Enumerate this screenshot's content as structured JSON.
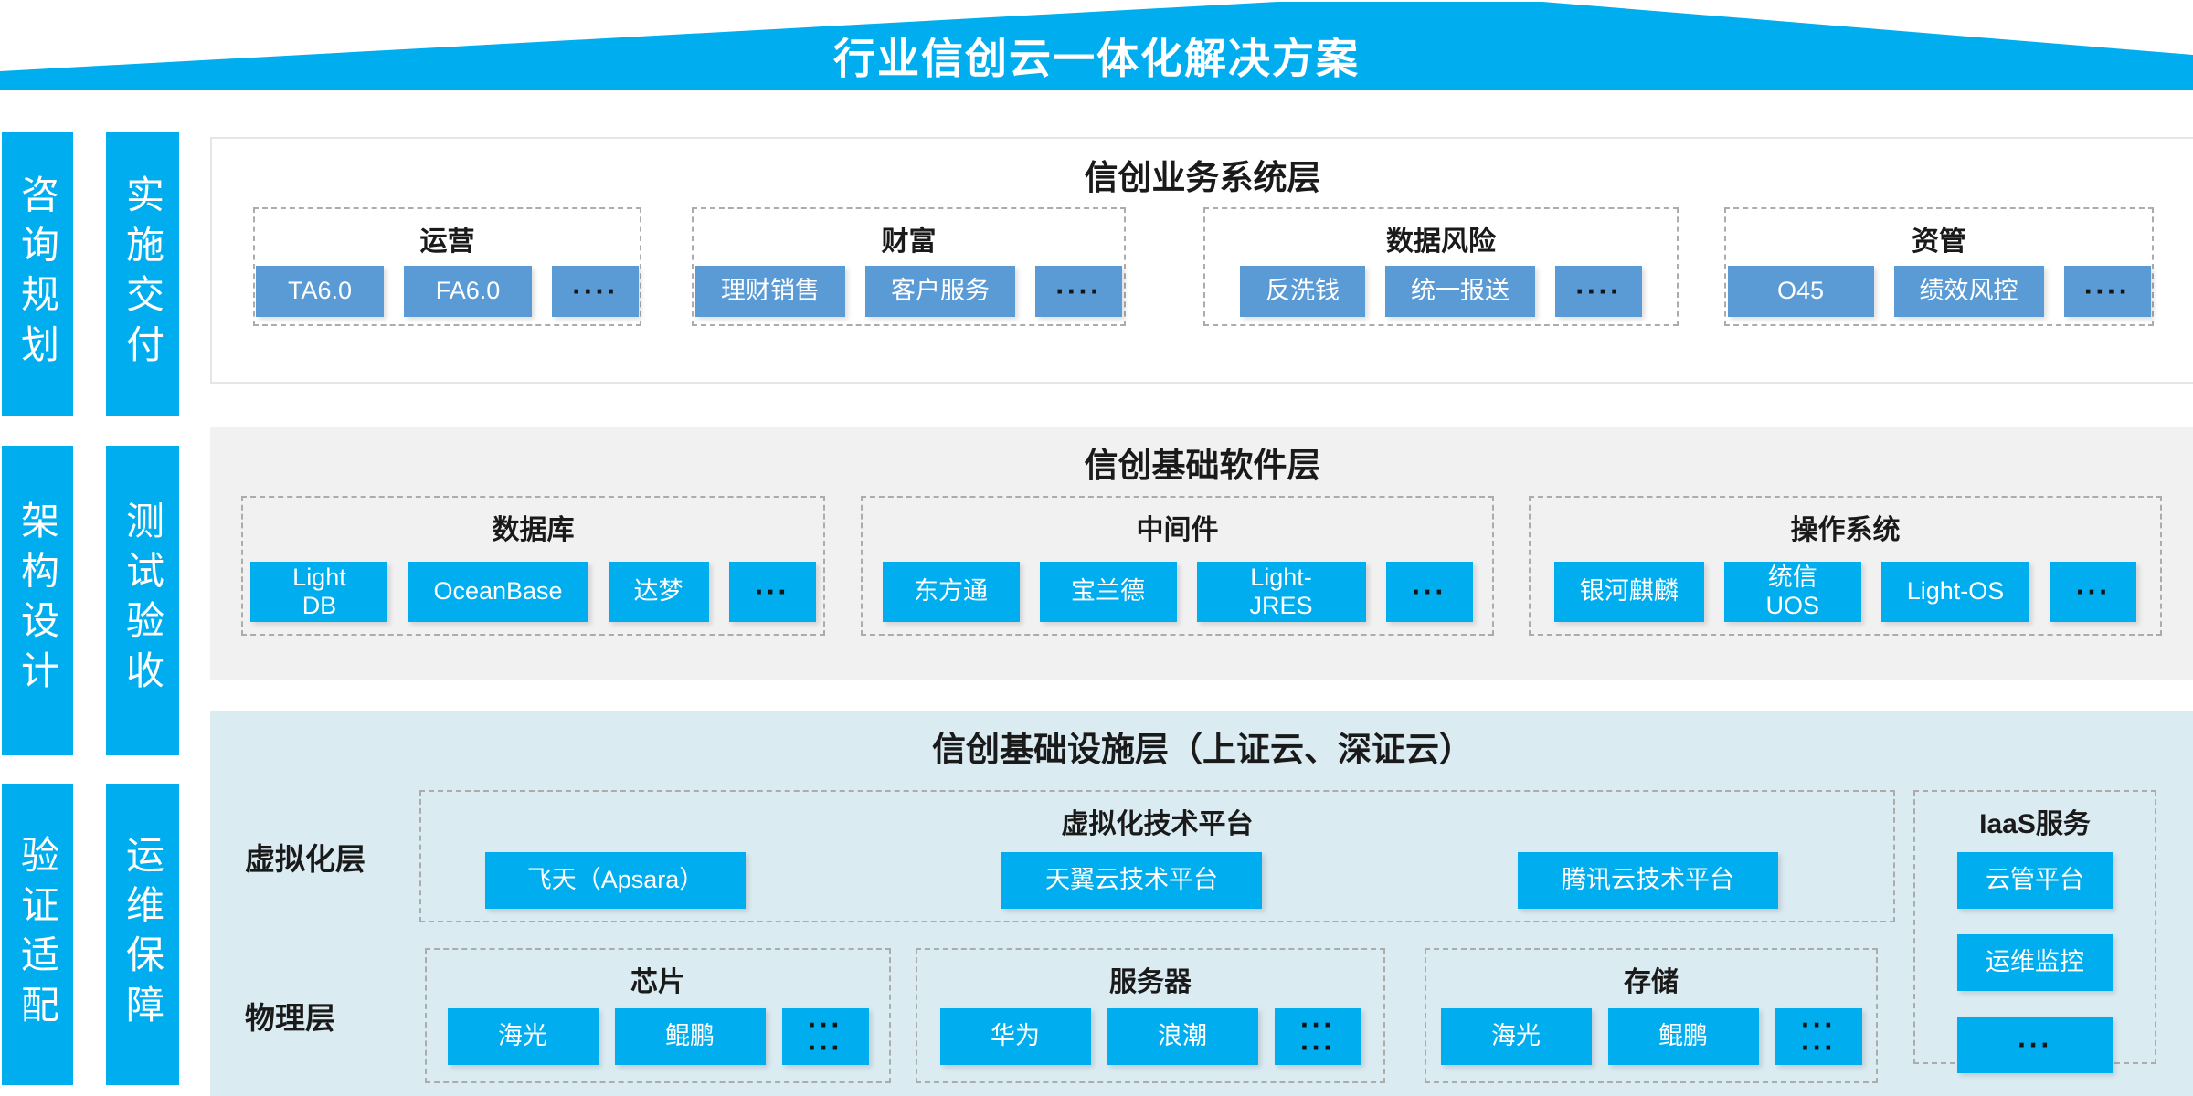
{
  "banner": {
    "title": "行业信创云一体化解决方案"
  },
  "sidebar": {
    "col1": [
      "咨询规划",
      "架构设计",
      "验证适配"
    ],
    "col2": [
      "实施交付",
      "测试验收",
      "运维保障"
    ]
  },
  "layers": {
    "business": {
      "title": "信创业务系统层",
      "groups": [
        {
          "title": "运营",
          "chips": [
            "TA6.0",
            "FA6.0",
            "····"
          ]
        },
        {
          "title": "财富",
          "chips": [
            "理财销售",
            "客户服务",
            "····"
          ]
        },
        {
          "title": "数据风险",
          "chips": [
            "反洗钱",
            "统一报送",
            "····"
          ]
        },
        {
          "title": "资管",
          "chips": [
            "O45",
            "绩效风控",
            "····"
          ]
        }
      ]
    },
    "software": {
      "title": "信创基础软件层",
      "groups": [
        {
          "title": "数据库",
          "chips": [
            "Light\nDB",
            "OceanBase",
            "达梦",
            "···"
          ]
        },
        {
          "title": "中间件",
          "chips": [
            "东方通",
            "宝兰德",
            "Light-\nJRES",
            "···"
          ]
        },
        {
          "title": "操作系统",
          "chips": [
            "银河麒麟",
            "统信\nUOS",
            "Light-OS",
            "···"
          ]
        }
      ]
    },
    "infrastructure": {
      "title": "信创基础设施层（上证云、深证云）",
      "virtualization_label": "虚拟化层",
      "physical_label": "物理层",
      "virtualization_group": {
        "title": "虚拟化技术平台",
        "chips": [
          "飞天（Apsara）",
          "天翼云技术平台",
          "腾讯云技术平台"
        ]
      },
      "iaas_group": {
        "title": "IaaS服务",
        "chips": [
          "云管平台",
          "运维监控",
          "···"
        ]
      },
      "physical_groups": [
        {
          "title": "芯片",
          "chips": [
            "海光",
            "鲲鹏",
            "···\n···"
          ]
        },
        {
          "title": "服务器",
          "chips": [
            "华为",
            "浪潮",
            "···\n···"
          ]
        },
        {
          "title": "存储",
          "chips": [
            "海光",
            "鲲鹏",
            "···\n···"
          ]
        }
      ]
    }
  },
  "colors": {
    "accent_cyan": "#00AEEF",
    "business_chip_blue": "#5B9BD5",
    "software_layer_bg": "#F1F1F1",
    "infrastructure_layer_bg": "#DBEBF2"
  }
}
